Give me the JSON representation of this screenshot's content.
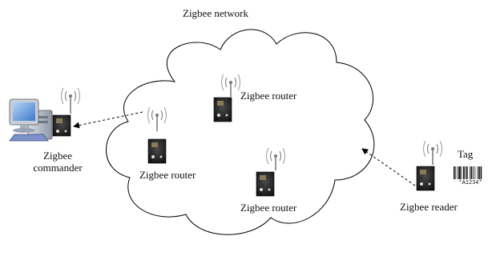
{
  "diagram": {
    "title": "Zigbee network",
    "nodes": {
      "commander": {
        "line1": "Zigbee",
        "line2": "commander"
      },
      "router_left": {
        "label": "Zigbee router"
      },
      "router_top": {
        "label": "Zigbee router"
      },
      "router_bottom": {
        "label": "Zigbee router"
      },
      "reader": {
        "label": "Zigbee reader"
      },
      "tag": {
        "label": "Tag",
        "barcode_text": "*A1234*"
      }
    },
    "edges": [
      {
        "from": "router_left",
        "to": "commander",
        "style": "dashed-arrow"
      },
      {
        "from": "reader",
        "to": "network",
        "style": "dashed-arrow"
      }
    ]
  }
}
